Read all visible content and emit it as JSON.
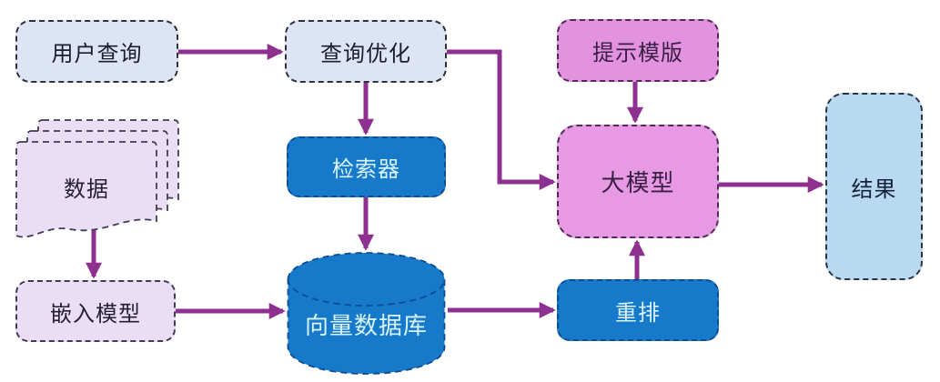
{
  "palette": {
    "canvas-bg": "#ffffff",
    "lavender-fill": "#dde4f4",
    "lavender-border": "#2f3038",
    "lavender-text": "#1c1d2e",
    "pink-fill": "#e292de",
    "pink-llm-fill": "#e79ae3",
    "pink-border": "#4f2c57",
    "pink-text": "#3a1f44",
    "blue-fill": "#1779c9",
    "blue-border": "#0d4c93",
    "blue-text": "#d9f4fd",
    "lightblue-fill": "#b9d9f1",
    "lightblue-border": "#2b3340",
    "lightblue-text": "#16223a",
    "purple-fill": "#e9def5",
    "purple-border": "#413a54",
    "purple-text": "#241f33",
    "arrow-color": "#8e3090"
  },
  "nodes": {
    "user_query": {
      "label": "用户查询"
    },
    "query_optimization": {
      "label": "查询优化"
    },
    "prompt_template": {
      "label": "提示模版"
    },
    "data": {
      "label": "数据"
    },
    "retriever": {
      "label": "检索器"
    },
    "llm": {
      "label": "大模型"
    },
    "result": {
      "label": "结果"
    },
    "embedding_model": {
      "label": "嵌入模型"
    },
    "vector_database": {
      "label": "向量数据库"
    },
    "rerank": {
      "label": "重排"
    }
  },
  "edges": [
    {
      "from": "user_query",
      "to": "query_optimization"
    },
    {
      "from": "query_optimization",
      "to": "retriever"
    },
    {
      "from": "query_optimization",
      "to": "llm"
    },
    {
      "from": "prompt_template",
      "to": "llm"
    },
    {
      "from": "retriever",
      "to": "vector_database"
    },
    {
      "from": "data",
      "to": "embedding_model"
    },
    {
      "from": "embedding_model",
      "to": "vector_database"
    },
    {
      "from": "vector_database",
      "to": "rerank"
    },
    {
      "from": "rerank",
      "to": "llm"
    },
    {
      "from": "llm",
      "to": "result"
    }
  ]
}
